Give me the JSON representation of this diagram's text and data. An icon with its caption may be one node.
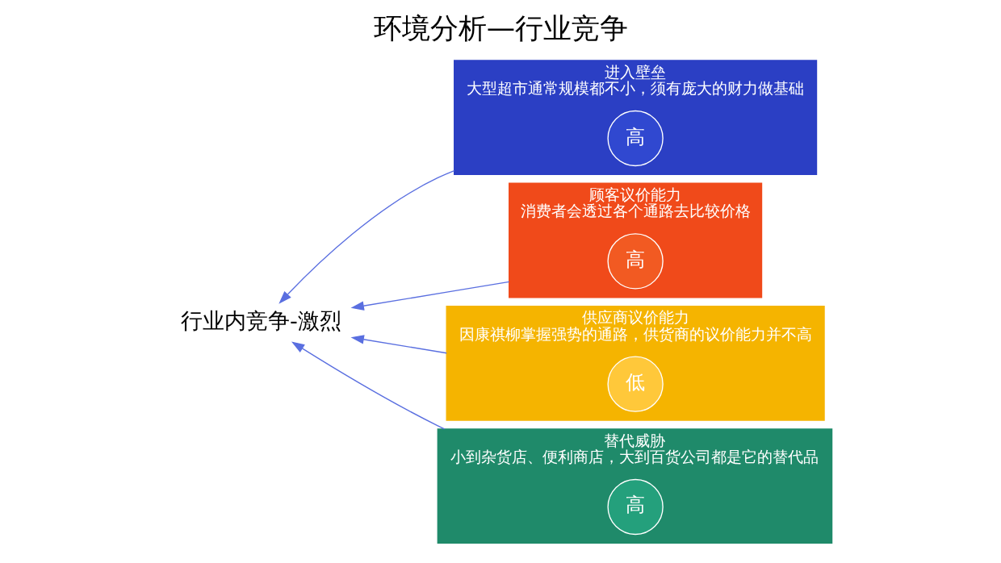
{
  "diagram": {
    "title": "环境分析—行业竞争",
    "nodes": [
      {
        "text": [
          "行业内竞争-激烈"
        ]
      },
      {
        "text": [
          "进入壁垒",
          "大型超市通常规模都不小，须有庞大的财力做基础"
        ]
      },
      {
        "text": [
          "高"
        ],
        "in": 1
      },
      {
        "text": [
          "顾客议价能力",
          "消费者会透过各个通路去比较价格"
        ]
      },
      {
        "text": [
          "高"
        ],
        "in": 3
      },
      {
        "text": [
          "供应商议价能力",
          "因康祺柳掌握强势的通路，供货商的议价能力并不高"
        ]
      },
      {
        "text": [
          "低"
        ],
        "in": 5
      },
      {
        "text": [
          "替代威胁",
          "小到杂货店、便利商店，大到百货公司都是它的替代品"
        ]
      },
      {
        "text": [
          "高"
        ],
        "in": 7
      }
    ],
    "edges": [
      {
        "from": 1,
        "to": 0,
        "arrow": "to"
      },
      {
        "from": 3,
        "to": 0,
        "arrow": "to"
      },
      {
        "from": 5,
        "to": 0,
        "arrow": "to"
      },
      {
        "from": 7,
        "to": 0,
        "arrow": "to"
      }
    ]
  }
}
